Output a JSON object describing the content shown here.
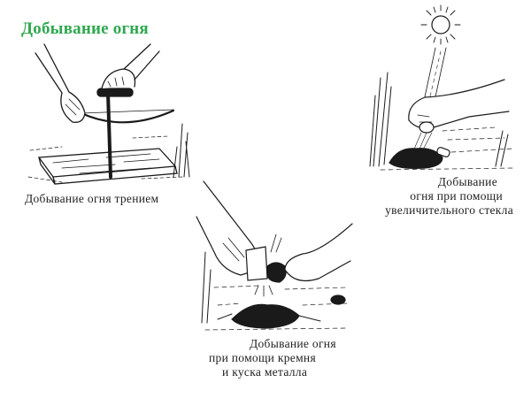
{
  "title": "Добывание огня",
  "colors": {
    "title": "#2fa84f",
    "ink": "#1a1a1a",
    "background": "#ffffff"
  },
  "figures": [
    {
      "id": "friction",
      "caption_lines": [
        "Добывание огня трением"
      ]
    },
    {
      "id": "magnifier",
      "caption_lines": [
        "Добывание",
        "огня при помощи",
        "увеличительного стекла"
      ]
    },
    {
      "id": "flint",
      "caption_lines": [
        "Добывание огня",
        "при помощи кремня",
        "и куска металла"
      ]
    }
  ]
}
